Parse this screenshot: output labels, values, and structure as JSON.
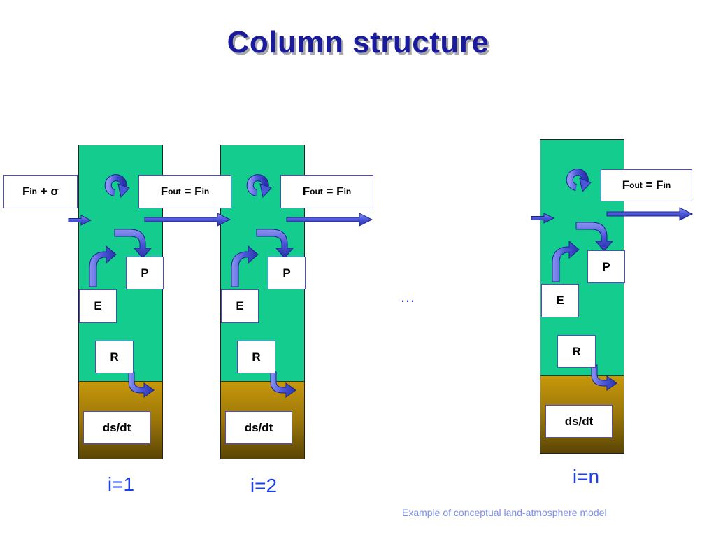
{
  "title": "Column structure",
  "boxes": {
    "fin": {
      "base": "F",
      "sub": "in",
      "tail": " + σ"
    },
    "fout": {
      "base1": "F",
      "sub1": "out",
      "mid": " = F",
      "sub2": "in"
    },
    "p": "P",
    "e": "E",
    "r": "R",
    "ds": "ds/dt"
  },
  "columns": [
    {
      "index_label": "i=1"
    },
    {
      "index_label": "i=2"
    },
    {
      "index_label": "i=n"
    }
  ],
  "ellipsis": "…",
  "caption": "Example of conceptual land-atmosphere model",
  "colors": {
    "column_top": "#14cc8e",
    "soil_top": "#c7980b",
    "soil_bottom": "#5a4504",
    "arrow_fill": "#4a56d8",
    "title": "#1a1a9c"
  }
}
